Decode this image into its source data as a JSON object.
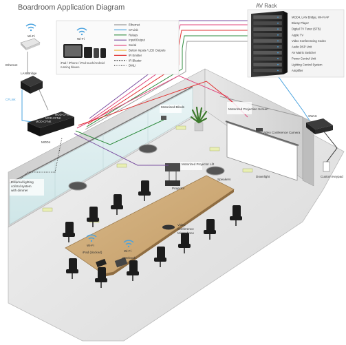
{
  "title": "Boardroom Application Diagram",
  "av_rack": {
    "title": "AV Rack",
    "items": [
      "MOD4, LAN Bridge, Wi-Fi AP",
      "Bluray Player",
      "Digital TV Tuner (STB)",
      "Apple TV",
      "Video Conferencing Codec",
      "Audio DSP Unit",
      "AV Matrix Switcher",
      "Power Control Unit",
      "Lighting Control System",
      "Amplifier"
    ]
  },
  "legend": {
    "devices_wifi": "Wi-Fi",
    "devices_caption_1": "iPad / iPhone / iPod touch/Android",
    "devices_caption_2": "running blaveo",
    "items": [
      {
        "label": "Ethernet",
        "color": "#9a9a9a",
        "dash": "none"
      },
      {
        "label": "CFLink",
        "color": "#4aa3df",
        "dash": "none"
      },
      {
        "label": "Relays",
        "color": "#2e8b3d",
        "dash": "none"
      },
      {
        "label": "Input/Output",
        "color": "#7a4fa0",
        "dash": "none"
      },
      {
        "label": "Serial",
        "color": "#e0457b",
        "dash": "none"
      },
      {
        "label": "Button Inputs / LED Outputs",
        "color": "#f0b43a",
        "dash": "none"
      },
      {
        "label": "IR Emitter",
        "color": "#e03030",
        "dash": "none"
      },
      {
        "label": "IR Blaster",
        "color": "#333333",
        "dash": "2,1.5"
      },
      {
        "label": "DMLI",
        "color": "#333333",
        "dash": "1,1.5"
      }
    ]
  },
  "labels": {
    "wifi_ap": "Wi-Fi",
    "ethernet": "Ethernet",
    "lan_bridge": "LAN Bridge",
    "cflink": "CFLink",
    "mod4": "MOD4",
    "mod4_card1": "MOD-CFNK",
    "mod4_card2": "MOD-CFNK",
    "mod4_card3": "MOD-CFNK",
    "motorized_blinds": "Motorized Blinds",
    "motorized_projection_screen": "Motorized Projection Screen",
    "video_conference_camera": "Video Conference Camera",
    "sw16": "SW16",
    "custom_keypad": "Custom Keypad",
    "motorized_projector_lift": "Motorized Projector Lift",
    "projector": "Projector",
    "downlight": "Downlight",
    "speakers": "Speakers",
    "external_lighting_1": "External lighting",
    "external_lighting_2": "control system",
    "external_lighting_3": "with dimmer",
    "video_conf_mic_1": "Video",
    "video_conf_mic_2": "Conference",
    "video_conf_mic_3": "Microphone",
    "table_wifi_1": "Wi-Fi",
    "table_wifi_2": "Wi-Fi",
    "ipad_docked": "iPad (docked)",
    "notebook": "notebook"
  }
}
